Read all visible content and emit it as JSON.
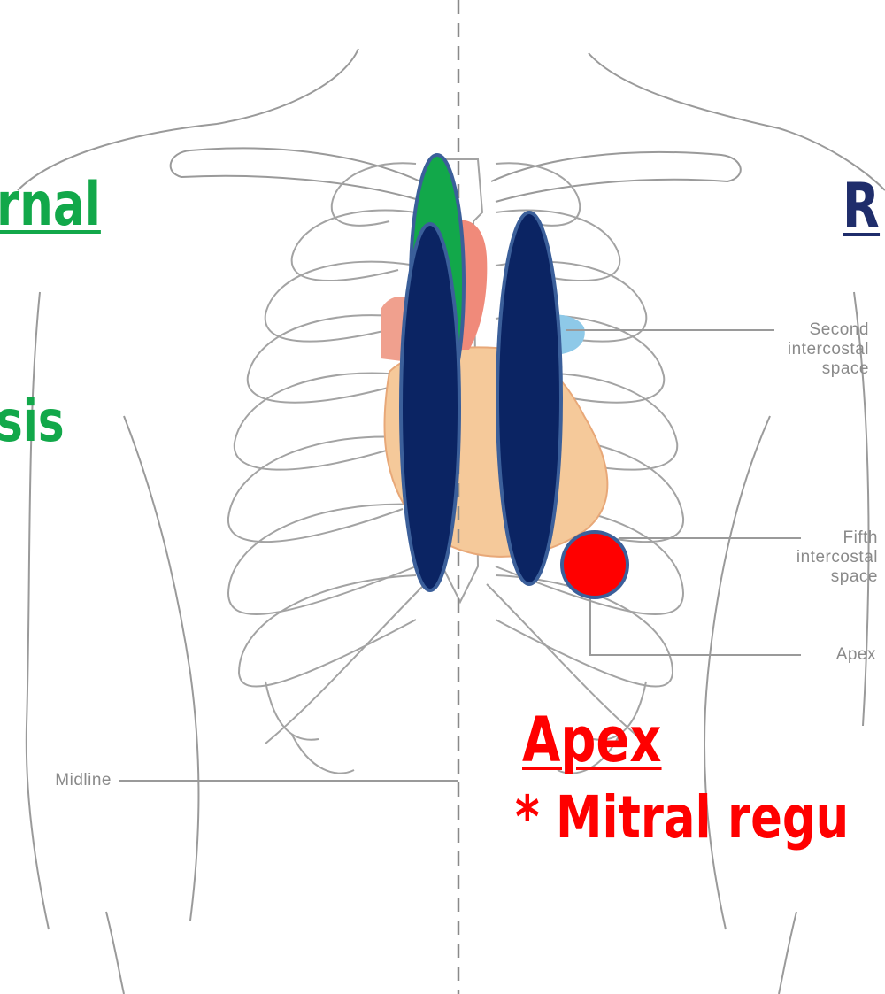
{
  "labels": {
    "second_ics_line1": "Second",
    "second_ics_line2": "intercostal",
    "second_ics_line3": "space",
    "fifth_ics_line1": "Fifth",
    "fifth_ics_line2": "intercostal",
    "fifth_ics_line3": "space",
    "apex": "Apex",
    "midline": "Midline"
  },
  "overlay_text": {
    "left_heading_partial": "rnal",
    "left_item_partial": "sis",
    "right_heading_partial": "R",
    "apex_heading": "Apex",
    "apex_item_partial": "* Mitral regu"
  },
  "colors": {
    "green": "#12a84a",
    "red": "#ff0000",
    "navy": "#0b2463",
    "heading_navy": "#1f2d6b",
    "heart_fill": "#f5c99a",
    "aorta": "#f08a7a",
    "pulmonary": "#8ec9e8",
    "line_art": "#9a9a9a"
  },
  "markers": [
    {
      "name": "green-ellipse",
      "shape": "ellipse",
      "color": "green"
    },
    {
      "name": "left-navy-ellipse",
      "shape": "ellipse",
      "color": "navy"
    },
    {
      "name": "right-navy-ellipse",
      "shape": "ellipse",
      "color": "navy"
    },
    {
      "name": "apex-red-circle",
      "shape": "circle",
      "color": "red"
    }
  ]
}
